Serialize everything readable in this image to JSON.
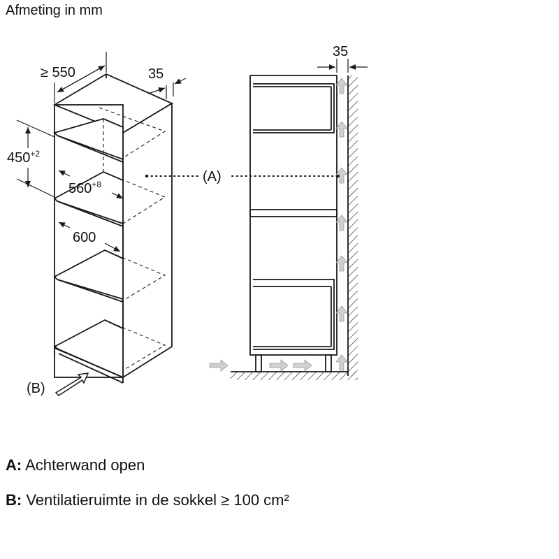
{
  "title": "Afmeting in mm",
  "dimensions": {
    "depth_min": "≥ 550",
    "gap_side": "35",
    "gap_rear": "35",
    "niche_height": "450",
    "niche_height_tol": "+2",
    "niche_width": "560",
    "niche_width_tol": "+8",
    "cabinet_width": "600"
  },
  "markers": {
    "a": "(A)",
    "b": "(B)"
  },
  "legend": [
    {
      "key": "A:",
      "text": "Achterwand open"
    },
    {
      "key": "B:",
      "text": "Ventilatieruimte in de sokkel ≥ 100 cm²"
    }
  ],
  "colors": {
    "line": "#1a1a1a",
    "airflow": "#c8c8c8"
  }
}
